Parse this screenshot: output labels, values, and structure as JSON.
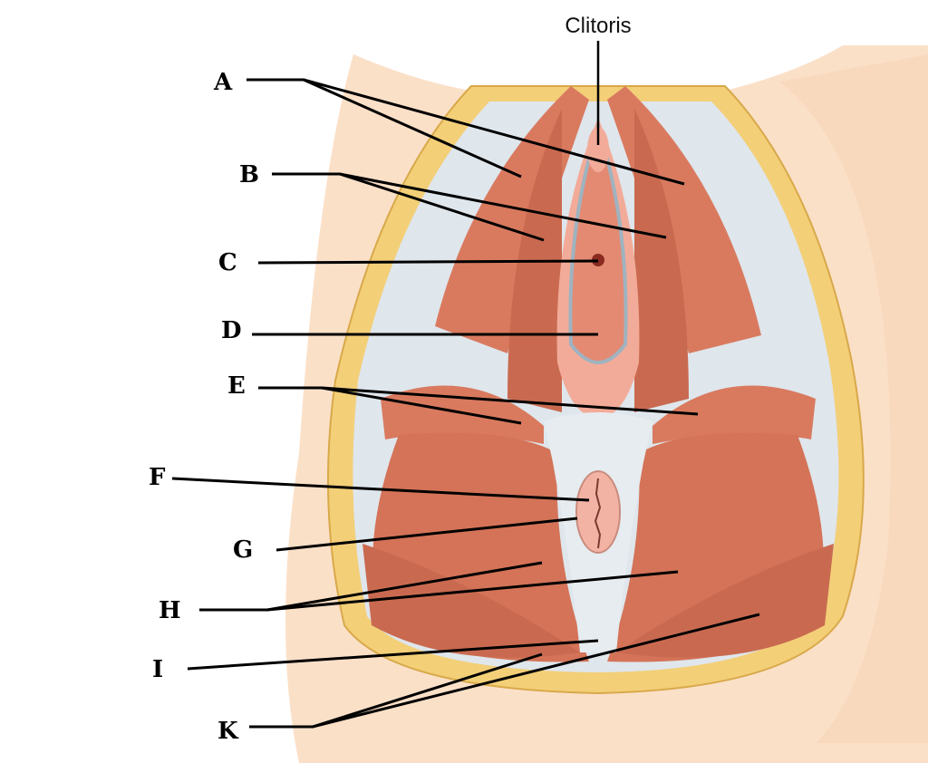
{
  "title_label": "Clitoris",
  "labels": {
    "A": "A",
    "B": "B",
    "C": "C",
    "D": "D",
    "E": "E",
    "F": "F",
    "G": "G",
    "H": "H",
    "I": "I",
    "K": "K"
  },
  "colors": {
    "skin": "#fbe0c8",
    "fat": "#f3cf78",
    "fascia": "#dfe6ec",
    "muscle": "#d97a5f",
    "muscle_dark": "#c0614a",
    "mucosa": "#f2ab98"
  }
}
